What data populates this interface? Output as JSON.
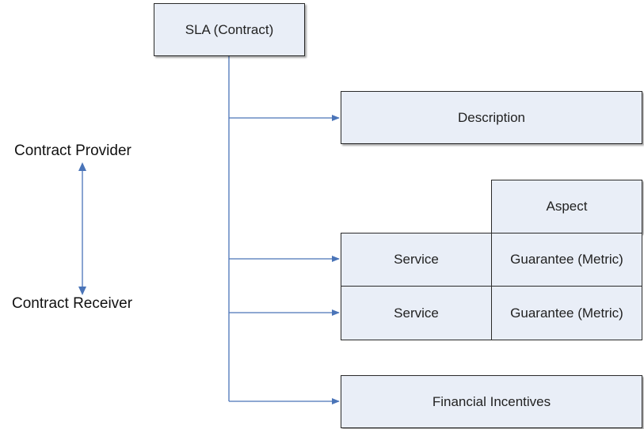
{
  "colors": {
    "box_fill": "#e9eef7",
    "box_border": "#2a2a2a",
    "connector": "#4a74b8"
  },
  "roles": {
    "provider": "Contract Provider",
    "receiver": "Contract Receiver"
  },
  "root": {
    "label": "SLA (Contract)"
  },
  "description": {
    "label": "Description"
  },
  "table": {
    "aspect_header": "Aspect",
    "rows": [
      {
        "service": "Service",
        "guarantee": "Guarantee (Metric)"
      },
      {
        "service": "Service",
        "guarantee": "Guarantee (Metric)"
      }
    ]
  },
  "incentives": {
    "label": "Financial Incentives"
  }
}
